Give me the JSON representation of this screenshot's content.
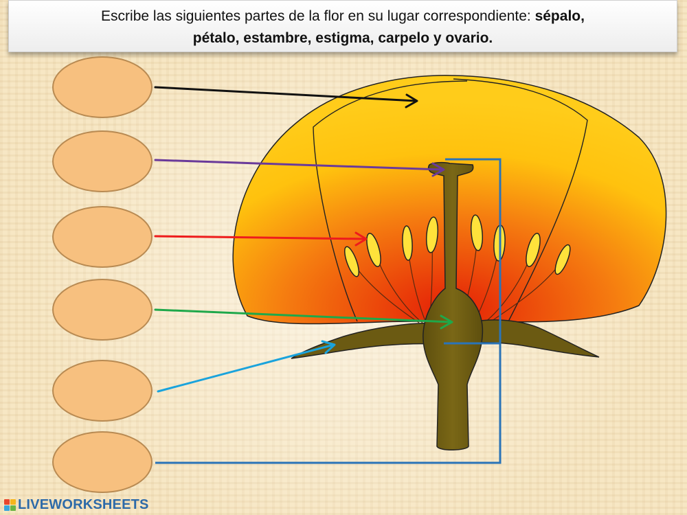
{
  "instructions": {
    "prefix": "Escribe las siguientes partes de la flor en su lugar correspondiente: ",
    "terms_line1": "sépalo,",
    "terms_line2": "pétalo, estambre, estigma, carpelo y ovario."
  },
  "answer_slots": [
    {
      "id": 1,
      "value": "",
      "arrow_color": "#111111"
    },
    {
      "id": 2,
      "value": "",
      "arrow_color": "#6a3a9a"
    },
    {
      "id": 3,
      "value": "",
      "arrow_color": "#ee1c1c"
    },
    {
      "id": 4,
      "value": "",
      "arrow_color": "#1fa84a"
    },
    {
      "id": 5,
      "value": "",
      "arrow_color": "#1aa3dc"
    },
    {
      "id": 6,
      "value": "",
      "arrow_color": "#2a74b8"
    }
  ],
  "colors": {
    "slot_fill": "#f7c07f",
    "petal_outer": "#ffc20e",
    "petal_inner": "#e83a08",
    "stem": "#6b5a12",
    "anther": "#ffe23b"
  },
  "brand": {
    "name": "LIVEWORKSHEETS"
  }
}
